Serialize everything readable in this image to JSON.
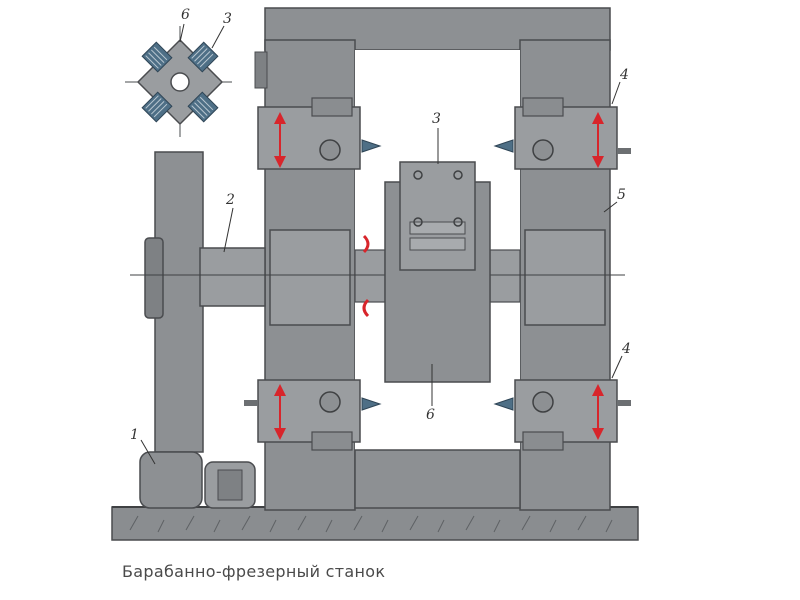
{
  "colors": {
    "metal": "#8d9093",
    "metal_dark": "#6c6f72",
    "metal_light": "#a8abae",
    "outline": "#4a4c4f",
    "cutter_blue": "#4e6f86",
    "arrow_red": "#d8252b",
    "base": "#7e8184"
  },
  "labels": {
    "inset_cutter": "6",
    "inset_knife": "3",
    "flywheel_shaft": "2",
    "motor": "1",
    "top_block": "3",
    "drum": "6",
    "frame_right": "5",
    "bearing_top": "4",
    "bearing_bottom": "4"
  },
  "caption": "Барабанно-фрезерный станок"
}
